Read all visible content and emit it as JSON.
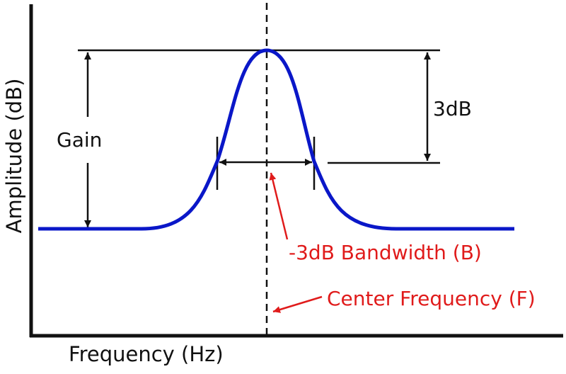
{
  "axes": {
    "y_label": "Amplitude (dB)",
    "x_label": "Frequency (Hz)"
  },
  "annotations": {
    "gain": "Gain",
    "three_db": "3dB",
    "bandwidth": "-3dB Bandwidth (B)",
    "center_frequency": "Center Frequency (F)"
  },
  "colors": {
    "curve": "#0a17c8",
    "annotation_red": "#e01b1b",
    "lines": "#111111"
  }
}
